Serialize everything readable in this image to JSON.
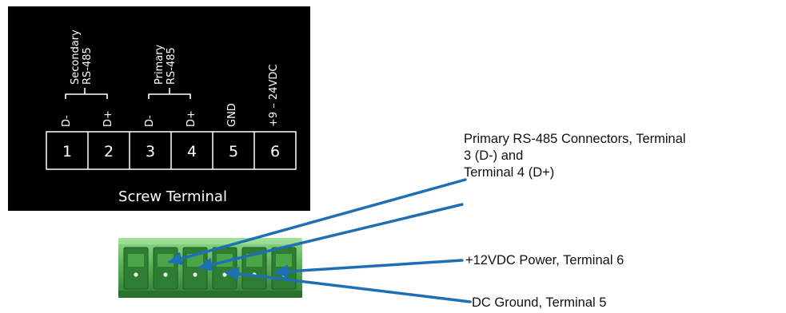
{
  "screw_terminal": {
    "caption": "Screw Terminal",
    "group_labels": {
      "secondary": [
        "Secondary",
        "RS-485"
      ],
      "primary": [
        "Primary",
        "RS-485"
      ]
    },
    "pin_labels": [
      "D-",
      "D+",
      "D-",
      "D+",
      "GND",
      "+9 – 24VDC"
    ],
    "terminal_numbers": [
      "1",
      "2",
      "3",
      "4",
      "5",
      "6"
    ]
  },
  "annotations": {
    "primary_rs485": [
      "Primary RS-485 Connectors, Terminal",
      "3 (D-) and",
      "Terminal 4 (D+)"
    ],
    "power": "+12VDC Power, Terminal 6",
    "ground": "DC Ground, Terminal 5"
  },
  "colors": {
    "panel_background": "#000000",
    "panel_text": "#ffffff",
    "connector_green": "#5fb85a",
    "arrow_blue": "#1f6fb5"
  },
  "icons": {
    "connector": "terminal-block-connector-image",
    "arrow": "leader-arrow"
  }
}
